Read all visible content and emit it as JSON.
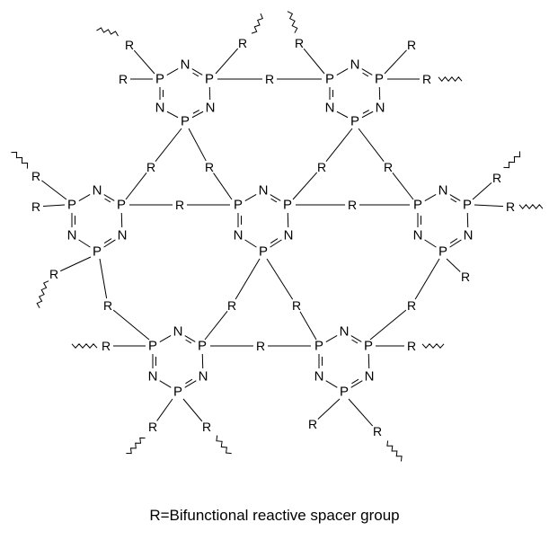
{
  "diagram": {
    "atom_phosphorus": "P",
    "atom_nitrogen": "N",
    "spacer_symbol": "R",
    "caption": "R=Bifunctional reactive spacer group"
  }
}
